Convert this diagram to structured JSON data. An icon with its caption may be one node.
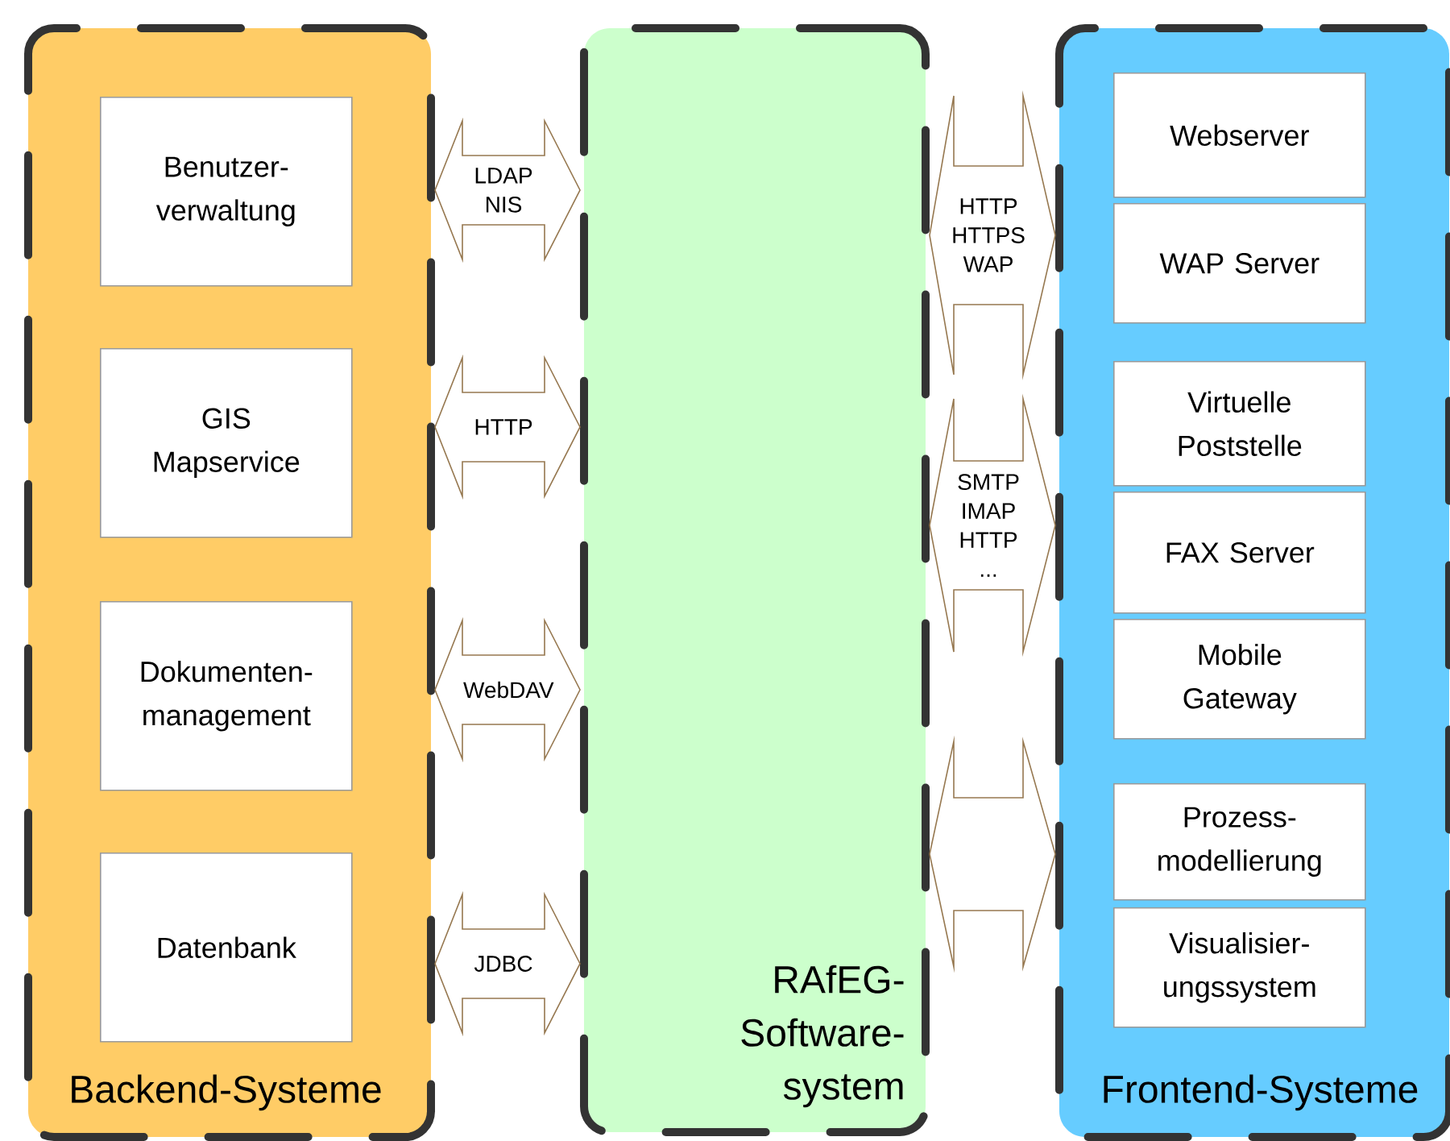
{
  "diagram": {
    "nodes": [
      {
        "text": [
          "Backend-Systeme"
        ]
      },
      {
        "text": [
          "Benutzer- verwaltung"
        ],
        "in": 0
      },
      {
        "text": [
          "GIS Mapservice"
        ],
        "in": 0
      },
      {
        "text": [
          "Dokumenten- management"
        ],
        "in": 0
      },
      {
        "text": [
          "Datenbank"
        ],
        "in": 0
      },
      {
        "text": [
          "RAfEG- Software- system"
        ]
      },
      {
        "text": [
          "Frontend-Systeme"
        ]
      },
      {
        "text": [
          "Webserver"
        ],
        "in": 6
      },
      {
        "text": [
          "WAP Server"
        ],
        "in": 6
      },
      {
        "text": [
          "Virtuelle Poststelle"
        ],
        "in": 6
      },
      {
        "text": [
          "FAX Server"
        ],
        "in": 6
      },
      {
        "text": [
          "Mobile Gateway"
        ],
        "in": 6
      },
      {
        "text": [
          "Prozess- modellierung"
        ],
        "in": 6
      },
      {
        "text": [
          "Visualisier- ungssystem"
        ],
        "in": 6
      }
    ],
    "edges": [
      {
        "from": 0,
        "to": 5,
        "arrow": "both",
        "label": "LDAP NIS"
      },
      {
        "from": 0,
        "to": 5,
        "arrow": "both",
        "label": "HTTP"
      },
      {
        "from": 0,
        "to": 5,
        "arrow": "both",
        "label": "WebDAV"
      },
      {
        "from": 0,
        "to": 5,
        "arrow": "both",
        "label": "JDBC"
      },
      {
        "from": 5,
        "to": 6,
        "arrow": "both",
        "label": "HTTP HTTPS WAP"
      },
      {
        "from": 5,
        "to": 6,
        "arrow": "both",
        "label": "SMTP IMAP HTTP ..."
      },
      {
        "from": 5,
        "to": 6,
        "arrow": "both"
      }
    ]
  }
}
